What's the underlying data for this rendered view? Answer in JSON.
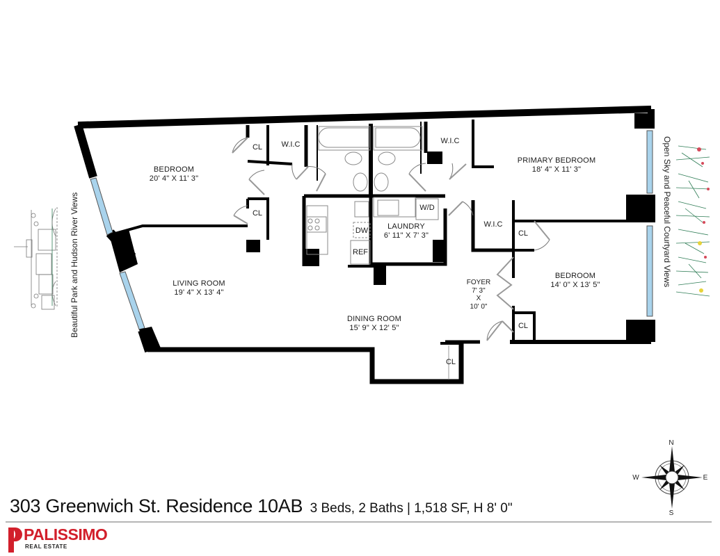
{
  "listing": {
    "title": "303 Greenwich St. Residence 10AB",
    "summary": "3 Beds, 2 Baths | 1,518 SF, H 8' 0\""
  },
  "brand": {
    "name": "PALISSIMO",
    "tagline": "REAL ESTATE",
    "color": "#d21f2b"
  },
  "views": {
    "west": "Beautiful Park and Hudson River Views",
    "east": "Open Sky and Peaceful Courtyard Views"
  },
  "compass": {
    "n": "N",
    "s": "S",
    "e": "E",
    "w": "W"
  },
  "rooms": {
    "bedroom_west": {
      "name": "BEDROOM",
      "dims": "20' 4\" X 11' 3\""
    },
    "primary_bedroom": {
      "name": "PRIMARY BEDROOM",
      "dims": "18' 4\" X 11' 3\""
    },
    "living_room": {
      "name": "LIVING ROOM",
      "dims": "19' 4\" X 13' 4\""
    },
    "dining_room": {
      "name": "DINING ROOM",
      "dims": "15' 9\" X 12' 5\""
    },
    "laundry": {
      "name": "LAUNDRY",
      "dims": "6' 11\" X 7' 3\""
    },
    "foyer": {
      "name": "FOYER",
      "dim1": "7' 3\"",
      "x": "X",
      "dim2": "10' 0\""
    },
    "bedroom_east": {
      "name": "BEDROOM",
      "dims": "14' 0\" X 13' 5\""
    }
  },
  "labels": {
    "closet": "CL",
    "walk_in_closet": "W.I.C",
    "washer_dryer": "W/D",
    "dishwasher": "DW",
    "refrigerator": "REF"
  },
  "colors": {
    "wall": "#000000",
    "window": "#a9d3ec",
    "fixture": "#888888",
    "divider": "#b5b5b5"
  }
}
